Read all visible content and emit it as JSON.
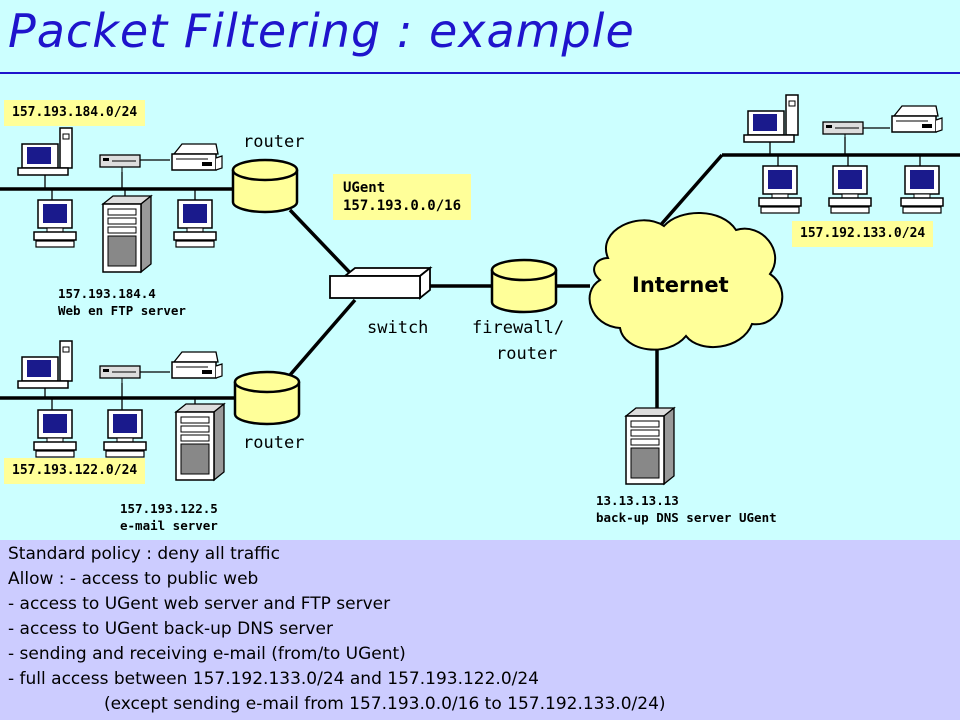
{
  "title": "Packet Filtering : example",
  "colors": {
    "background": "#ccffff",
    "title": "#1f14cc",
    "label_fill": "#ffff99",
    "router_fill": "#ffff99",
    "policy_background": "#ccccff"
  },
  "labels": {
    "subnet_184": "157.193.184.0/24",
    "subnet_122": "157.193.122.0/24",
    "subnet_133": "157.192.133.0/24",
    "ugent": "UGent\n157.193.0.0/16",
    "router_top": "router",
    "router_bottom": "router",
    "switch": "switch",
    "firewall": "firewall/",
    "firewall_router": "router",
    "internet": "Internet",
    "web_server": "157.193.184.4\nWeb en FTP server",
    "mail_server": "157.193.122.5\ne-mail server",
    "dns_server": "13.13.13.13\nback-up DNS server UGent"
  },
  "icons": [
    "desktop-computer-icon",
    "printer-icon",
    "hub-icon",
    "tower-server-icon",
    "router-icon",
    "switch-icon",
    "internet-cloud-icon"
  ],
  "policy": [
    "Standard policy : deny all traffic",
    "Allow : - access to public web",
    "- access to UGent web server and FTP server",
    "- access to UGent back-up DNS server",
    "- sending and receiving e-mail (from/to UGent)",
    "- full access between 157.192.133.0/24 and 157.193.122.0/24",
    "(except sending e-mail from 157.193.0.0/16  to 157.192.133.0/24)"
  ]
}
